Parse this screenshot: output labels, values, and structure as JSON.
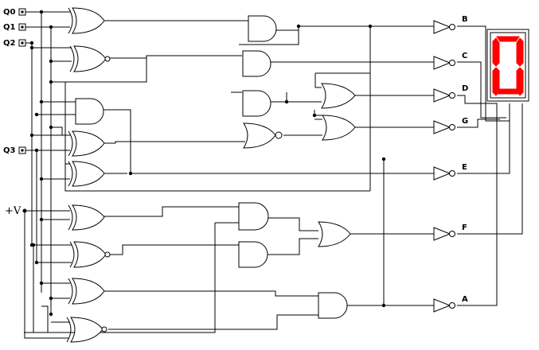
{
  "inputs": [
    "Q0",
    "Q1",
    "Q2",
    "Q3"
  ],
  "supply": "+V",
  "outputs": [
    "B",
    "C",
    "D",
    "G",
    "E",
    "F",
    "A"
  ],
  "display": {
    "digit": "0",
    "segment_on_color": "#ff0000",
    "segment_off_color": "#ffffff",
    "lit_segments": [
      "a",
      "b",
      "c",
      "d",
      "e",
      "f"
    ]
  }
}
